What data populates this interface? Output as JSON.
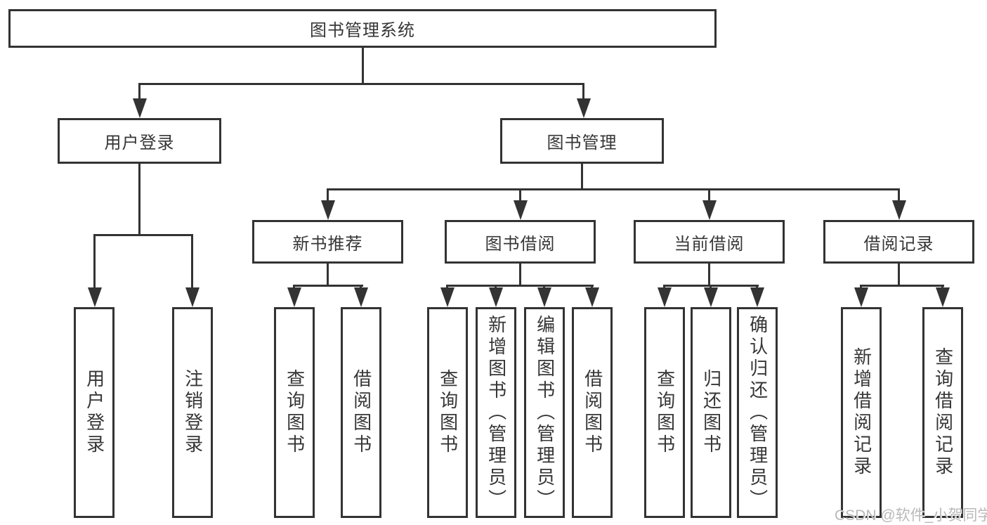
{
  "nodes": {
    "root": "图书管理系统",
    "user_login": "用户登录",
    "book_mgmt": "图书管理",
    "new_book_rec": "新书推荐",
    "book_borrow": "图书借阅",
    "current_borrow": "当前借阅",
    "borrow_record": "借阅记录",
    "ul_user_login": "用户登录",
    "ul_logout": "注销登录",
    "nb_query_book": "查询图书",
    "nb_borrow_book": "借阅图书",
    "bb_query_book": "查询图书",
    "bb_add_book": "新增图书（管理员）",
    "bb_edit_book": "编辑图书（管理员）",
    "bb_borrow_book": "借阅图书",
    "cb_query_book": "查询图书",
    "cb_return_book": "归还图书",
    "cb_confirm_return": "确认归还（管理员）",
    "br_add_record": "新增借阅记录",
    "br_query_record": "查询借阅记录"
  },
  "watermark": "CSDN @软件_小贺同学",
  "colors": {
    "line": "#333333",
    "text": "#363636",
    "watermark": "#b9b9b9",
    "background": "#ffffff"
  }
}
